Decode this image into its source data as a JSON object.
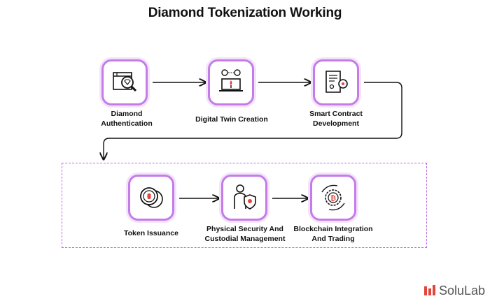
{
  "title": "Diamond Tokenization Working",
  "steps": [
    {
      "line1": "Diamond",
      "line2": "Authentication",
      "icon": "diamond-magnifier-icon"
    },
    {
      "line1": "Digital Twin Creation",
      "line2": "",
      "icon": "laptop-bulbs-icon"
    },
    {
      "line1": "Smart Contract",
      "line2": "Development",
      "icon": "contract-gear-icon"
    },
    {
      "line1": "Token Issuance",
      "line2": "",
      "icon": "coins-token-icon"
    },
    {
      "line1": "Physical Security And",
      "line2": "Custodial Management",
      "icon": "guard-shield-icon"
    },
    {
      "line1": "Blockchain Integration",
      "line2": "And Trading",
      "icon": "bitcoin-cycle-icon"
    }
  ],
  "brand": {
    "name": "SoluLab",
    "icon": "solulab-logo-icon"
  },
  "colors": {
    "accent": "#c57be8",
    "accent_light": "#f3e4fb",
    "dashed": "#b86be0",
    "line": "#111111",
    "brand_red": "#e2463c"
  }
}
